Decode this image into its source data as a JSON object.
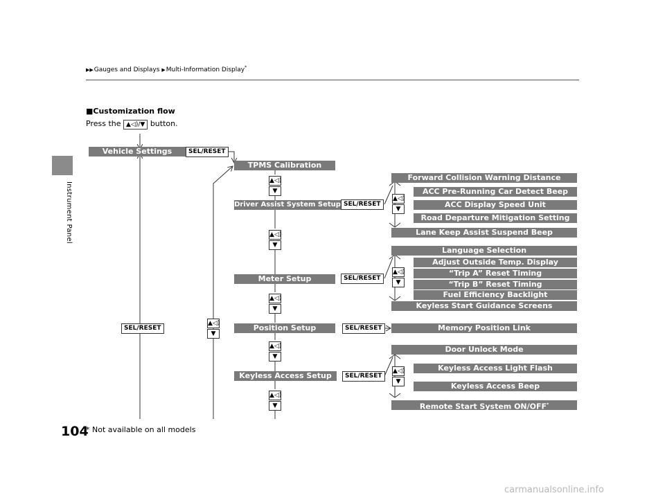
{
  "sidebar": {
    "section": "Instrument Panel"
  },
  "breadcrumb": {
    "items": [
      "Gauges and Displays",
      "Multi-Information Display"
    ],
    "asterisk": "*"
  },
  "heading": "■Customization flow",
  "instruction": {
    "prefix": "Press the",
    "key": "▲◁)/▼",
    "suffix": "button."
  },
  "button_label": "SEL/RESET",
  "updown": {
    "up": "▲◁)",
    "down": "▼"
  },
  "menu": {
    "vehicle_settings": "Vehicle Settings",
    "tpms": "TPMS Calibration",
    "driver_assist": "Driver Assist System Setup",
    "meter": "Meter Setup",
    "position": "Position Setup",
    "keyless": "Keyless Access Setup"
  },
  "driver_assist_items": [
    "Forward Collision Warning Distance",
    "ACC Pre-Running Car Detect Beep",
    "ACC Display Speed Unit",
    "Road Departure Mitigation Setting",
    "Lane Keep Assist Suspend Beep"
  ],
  "meter_items": [
    "Language Selection",
    "Adjust Outside Temp. Display",
    "“Trip A” Reset Timing",
    "“Trip B” Reset Timing",
    "Fuel Efficiency Backlight",
    "Keyless Start Guidance Screens"
  ],
  "position_items": [
    "Memory Position Link"
  ],
  "keyless_items": [
    "Door Unlock Mode",
    "Keyless Access Light Flash",
    "Keyless Access Beep",
    "Remote Start System ON/OFF"
  ],
  "remote_start_asterisk": "*",
  "page_number": "104",
  "footnote": "* Not available on all models",
  "watermark": "carmanualsonline.info",
  "colors": {
    "bar": "#7a7a7a",
    "sidebar_block": "#8b8b8b"
  }
}
